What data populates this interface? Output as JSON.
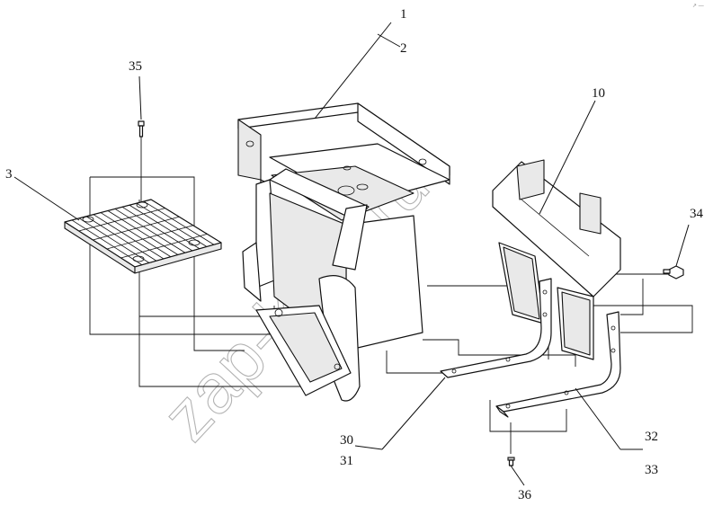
{
  "callouts": {
    "c1": "1",
    "c2": "2",
    "c3": "3",
    "c10": "10",
    "c30": "30",
    "c31": "31",
    "c32": "32",
    "c33": "33",
    "c34": "34",
    "c35": "35",
    "c36": "36"
  },
  "watermark": "zap-kam.ru",
  "corner_mark": "↗ —"
}
